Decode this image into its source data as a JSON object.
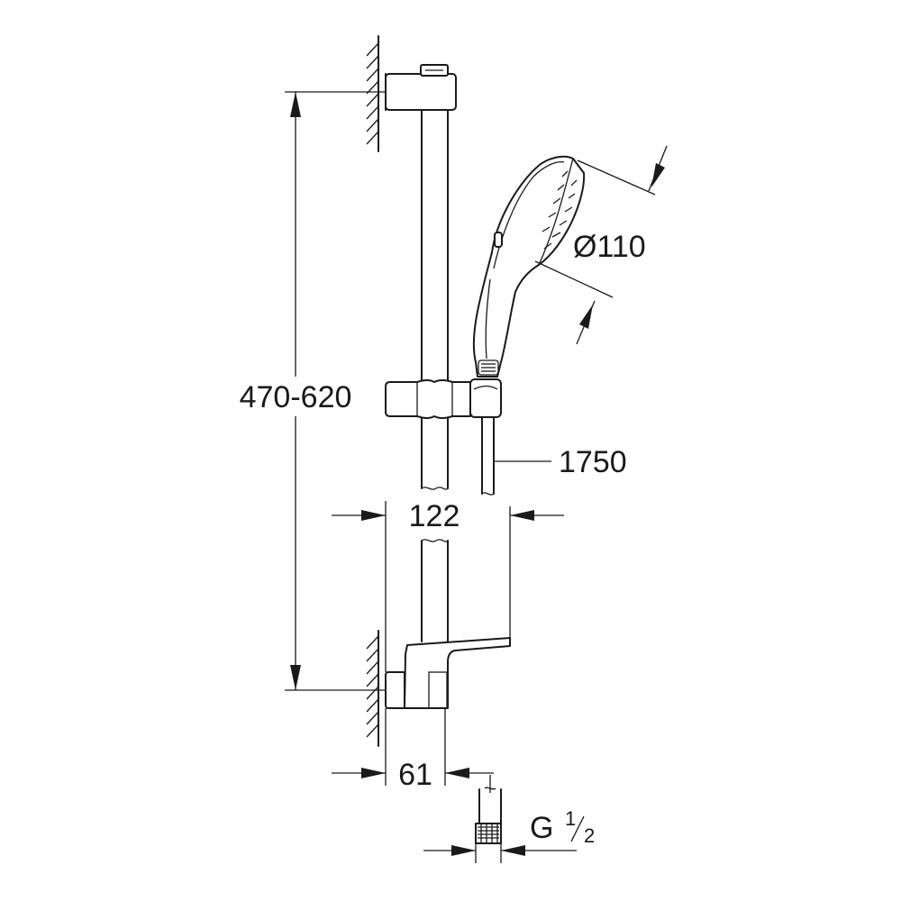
{
  "dimensions": {
    "height_range": "470-620",
    "head_diameter": "Ø110",
    "hose_length": "1750",
    "holder_projection": "122",
    "bracket_depth": "61",
    "thread_prefix": "G",
    "thread_num": "1",
    "thread_den": "2"
  }
}
